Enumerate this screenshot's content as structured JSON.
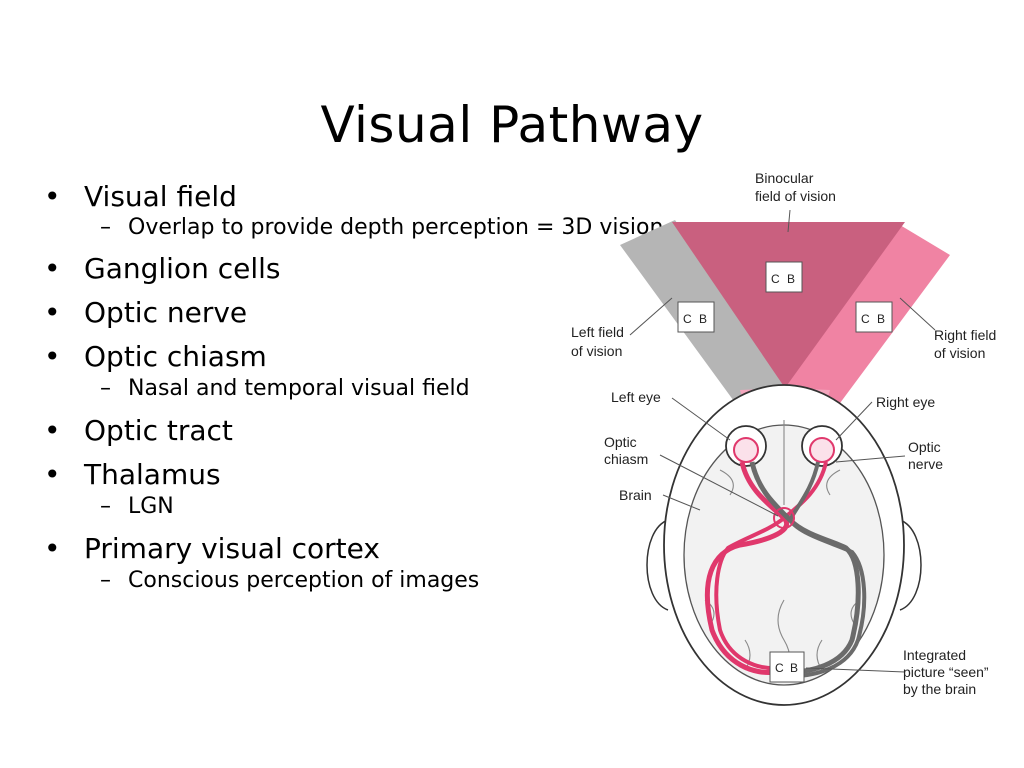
{
  "slide": {
    "title": "Visual Pathway",
    "bullets": [
      {
        "level": 1,
        "text": "Visual field"
      },
      {
        "level": 2,
        "text": "Overlap to provide depth perception = 3D vision"
      },
      {
        "level": 1,
        "text": "Ganglion cells"
      },
      {
        "level": 1,
        "text": "Optic nerve"
      },
      {
        "level": 1,
        "text": "Optic chiasm"
      },
      {
        "level": 2,
        "text": "Nasal and temporal visual field"
      },
      {
        "level": 1,
        "text": "Optic tract"
      },
      {
        "level": 1,
        "text": "Thalamus"
      },
      {
        "level": 2,
        "text": "LGN"
      },
      {
        "level": 1,
        "text": "Primary visual cortex"
      },
      {
        "level": 2,
        "text": "Conscious perception of images"
      }
    ]
  },
  "diagram": {
    "labels": {
      "binocular_1": "Binocular",
      "binocular_2": "field of vision",
      "left_field_1": "Left field",
      "left_field_2": "of vision",
      "right_field_1": "Right field",
      "right_field_2": "of vision",
      "left_eye": "Left eye",
      "right_eye": "Right eye",
      "optic_chiasm_1": "Optic",
      "optic_chiasm_2": "chiasm",
      "optic_nerve_1": "Optic",
      "optic_nerve_2": "nerve",
      "brain": "Brain",
      "integrated_1": "Integrated",
      "integrated_2": "picture “seen”",
      "integrated_3": "by the brain"
    },
    "cube_letters": {
      "c": "C",
      "b": "B"
    },
    "colors": {
      "binocular_field": "#c9607f",
      "left_field": "#b5b5b5",
      "right_field": "#f083a3",
      "pathway_pink": "#e0386c",
      "pathway_gray": "#6b6b6b"
    }
  }
}
